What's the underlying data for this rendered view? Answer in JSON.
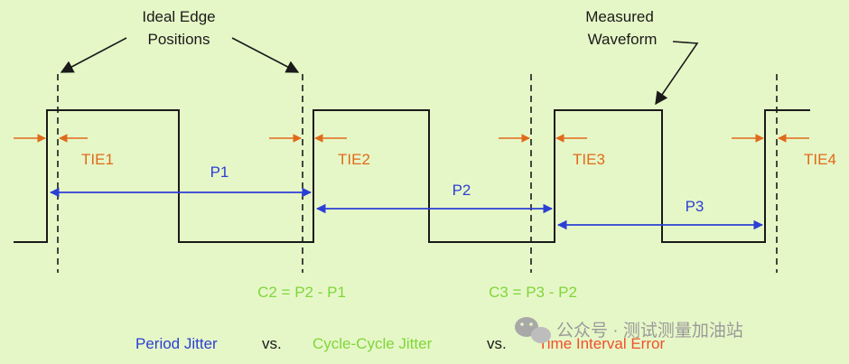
{
  "labels": {
    "ideal_edge_line1": "Ideal Edge",
    "ideal_edge_line2": "Positions",
    "measured_line1": "Measured",
    "measured_line2": "Waveform",
    "tie1": "TIE1",
    "tie2": "TIE2",
    "tie3": "TIE3",
    "tie4": "TIE4",
    "p1": "P1",
    "p2": "P2",
    "p3": "P3",
    "c2": "C2 = P2 - P1",
    "c3": "C3 = P3 - P2"
  },
  "legend": {
    "period": "Period Jitter",
    "vs1": "vs.",
    "cycle": "Cycle-Cycle Jitter",
    "vs2": "vs.",
    "tie": "Time Interval Error"
  },
  "watermark": {
    "text": "公众号 · 测试测量加油站"
  },
  "colors": {
    "background": "#e6f7c7",
    "waveform": "#1a1a1a",
    "tie_arrow": "#e06a1a",
    "period_arrow": "#2b3fd6",
    "cycle_text": "#7fd63a",
    "tie_text": "#f24f2a"
  }
}
